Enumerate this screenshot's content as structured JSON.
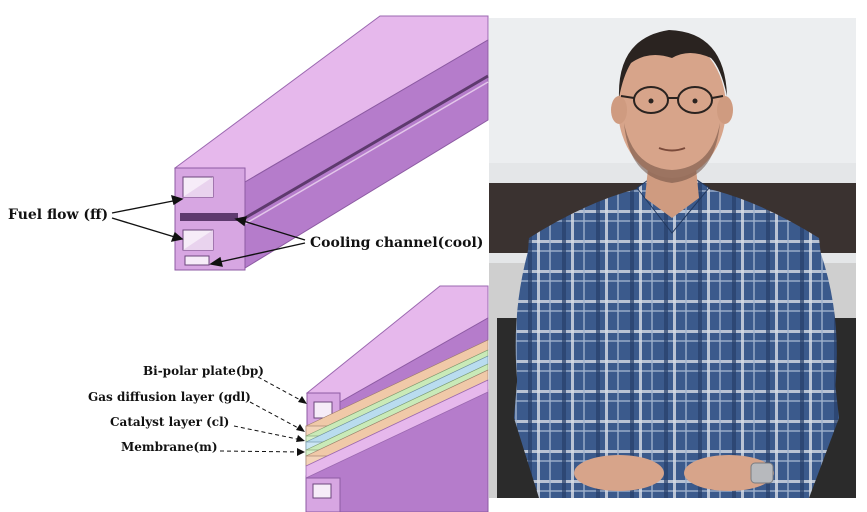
{
  "diagram": {
    "top_labels": {
      "fuel_flow": "Fuel flow (ff)",
      "cooling_channel": "Cooling channel(cool)"
    },
    "bottom_labels": {
      "bipolar_plate": "Bi-polar plate(bp)",
      "gas_diffusion_layer": "Gas diffusion layer (gdl)",
      "catalyst_layer": "Catalyst layer (cl)",
      "membrane": "Membrane(m)"
    },
    "colors": {
      "plate_top": "#e6b8ec",
      "plate_front": "#c78fd6",
      "plate_side": "#b37ac9",
      "gdl": "#f0c9a8",
      "catalyst": "#bfe7b4",
      "membrane": "#b9dcef"
    }
  },
  "photo": {
    "subject": "man-portrait",
    "colors": {
      "wall": "#e4e6e8",
      "shirt": "#3b5a8c",
      "skin": "#d7a48a",
      "hair": "#2a2320"
    }
  }
}
